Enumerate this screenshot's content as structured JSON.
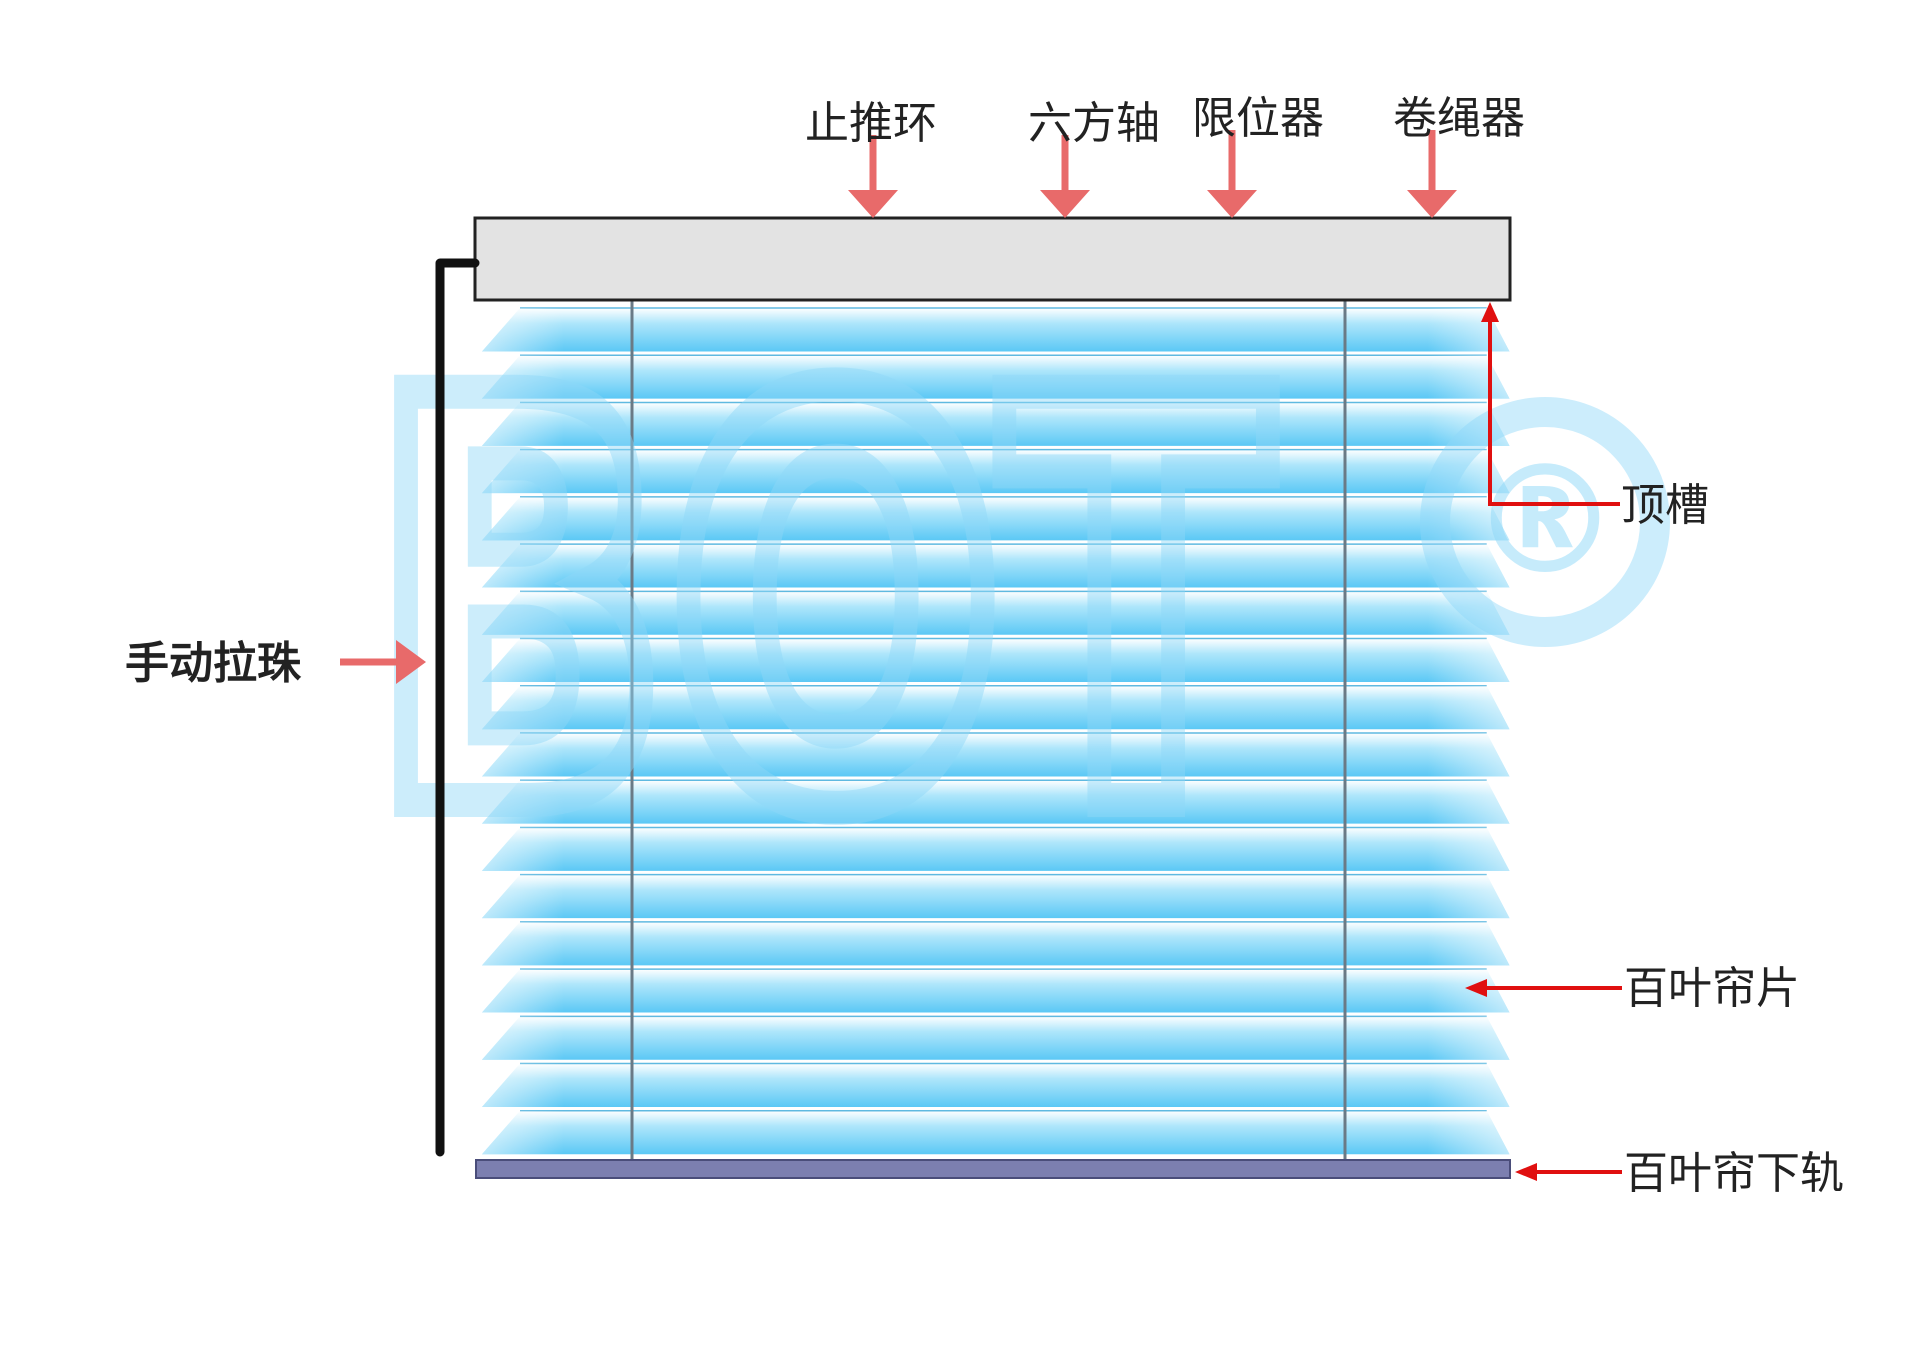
{
  "labels": {
    "stop_ring": "止推环",
    "hex_shaft": "六方轴",
    "limiter": "限位器",
    "cord_winder": "卷绳器",
    "top_rail": "顶槽",
    "manual_bead_chain": "手动拉珠",
    "slat": "百叶帘片",
    "bottom_rail": "百叶帘下轨"
  },
  "watermark": {
    "text": "BOT",
    "mark": "®"
  },
  "colors": {
    "head_rail_fill": "#e3e3e3",
    "head_rail_stroke": "#222222",
    "slat_light": "#ffffff",
    "slat_mid": "#aee6fb",
    "slat_dark": "#5bc8f5",
    "bottom_rail": "#7c7fb0",
    "callout_top_arrow": "#e86a6a",
    "callout_red_line": "#e01010",
    "chain": "#111111",
    "ladder_string": "#6a7a86"
  },
  "slat_count": 18
}
